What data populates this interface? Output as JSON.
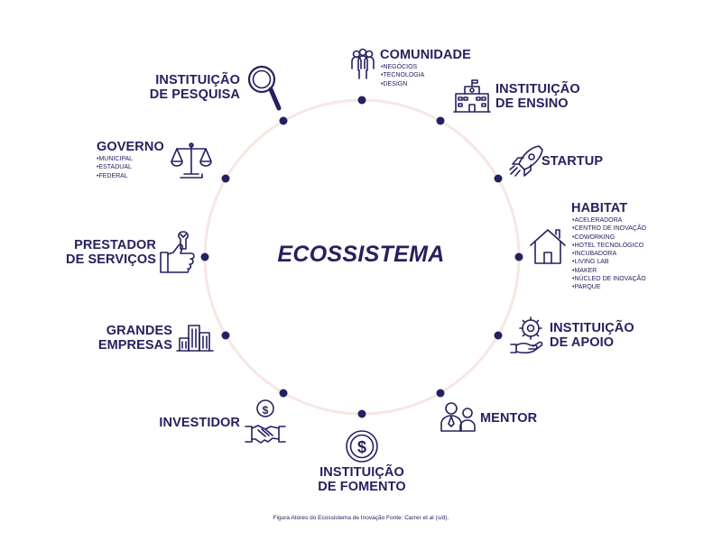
{
  "title": "ECOSSISTEMA",
  "caption": "Figura Atores do Ecossistema de Inovação  Fonte: Carrer et al (s/d).",
  "colors": {
    "primary": "#26215e",
    "ring": "#f8e6e3"
  },
  "actors": {
    "comunidade": {
      "lines": [
        "COMUNIDADE"
      ],
      "items": [
        "•NEGÓCIOS",
        "•TECNOLOGIA",
        "•DESIGN"
      ],
      "icon": "people-group-icon"
    },
    "instituicao_ensino": {
      "lines": [
        "INSTITUIÇÃO",
        "DE ENSINO"
      ],
      "icon": "school-building-icon"
    },
    "startup": {
      "lines": [
        "STARTUP"
      ],
      "icon": "rocket-icon"
    },
    "habitat": {
      "lines": [
        "HABITAT"
      ],
      "items": [
        "•ACELERADORA",
        "•CENTRO DE INOVAÇÃO",
        "•COWORKING",
        "•HOTEL TECNOLÓGICO",
        "•INCUBADORA",
        "•LIVING LAB",
        "•MAKER",
        "•NÚCLEO DE INOVAÇÃO",
        "•PARQUE"
      ],
      "icon": "house-icon"
    },
    "instituicao_apoio": {
      "lines": [
        "INSTITUIÇÃO",
        "DE APOIO"
      ],
      "icon": "gear-hand-icon"
    },
    "mentor": {
      "lines": [
        "MENTOR"
      ],
      "icon": "mentor-people-icon"
    },
    "instituicao_fomento": {
      "lines": [
        "INSTITUIÇÃO",
        "DE FOMENTO"
      ],
      "icon": "dollar-coin-icon"
    },
    "investidor": {
      "lines": [
        "INVESTIDOR"
      ],
      "icon": "handshake-dollar-icon"
    },
    "grandes_empresas": {
      "lines": [
        "GRANDES",
        "EMPRESAS"
      ],
      "icon": "buildings-icon"
    },
    "prestador_servicos": {
      "lines": [
        "PRESTADOR",
        "DE SERVIÇOS"
      ],
      "icon": "wrench-hand-icon"
    },
    "governo": {
      "lines": [
        "GOVERNO"
      ],
      "items": [
        "•MUNICIPAL",
        "•ESTADUAL",
        "•FEDERAL"
      ],
      "icon": "scales-icon"
    },
    "instituicao_pesquisa": {
      "lines": [
        "INSTITUIÇÃO",
        "DE PESQUISA"
      ],
      "icon": "magnifier-icon"
    }
  }
}
